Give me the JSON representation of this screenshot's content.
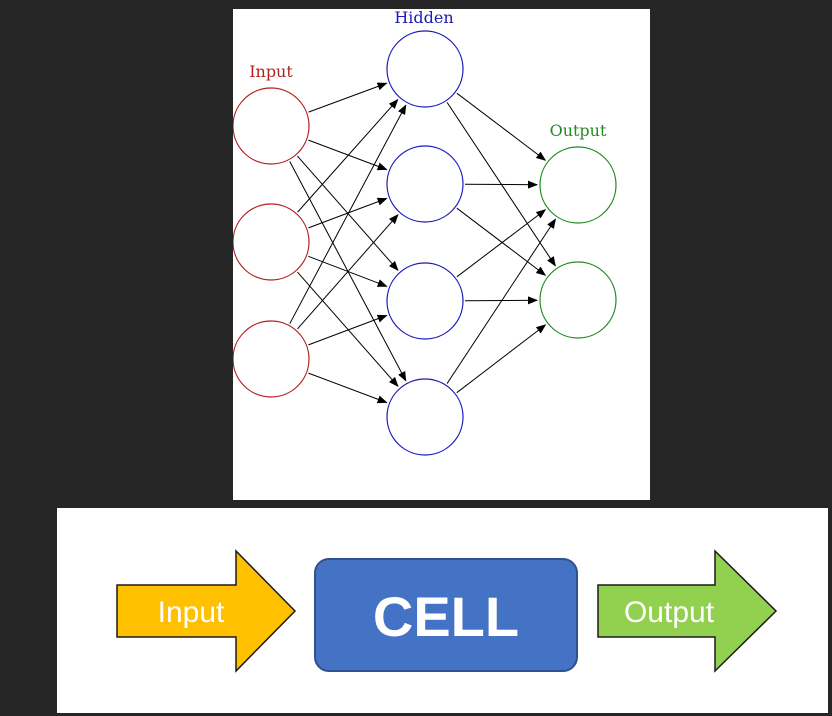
{
  "neural_network": {
    "layers": [
      {
        "id": "input",
        "label": "Input",
        "color": "#b22222",
        "node_count": 3
      },
      {
        "id": "hidden",
        "label": "Hidden",
        "color": "#1a1ab8",
        "node_count": 4
      },
      {
        "id": "output",
        "label": "Output",
        "color": "#228b22",
        "node_count": 2
      }
    ],
    "edge_color": "#000000",
    "connectivity": "fully-connected"
  },
  "cell_diagram": {
    "input_label": "Input",
    "cell_label": "CELL",
    "output_label": "Output",
    "input_color": "#ffc000",
    "cell_color": "#4472c4",
    "output_color": "#92d050",
    "cell_border_color": "#2f528f",
    "text_color": "#ffffff"
  }
}
